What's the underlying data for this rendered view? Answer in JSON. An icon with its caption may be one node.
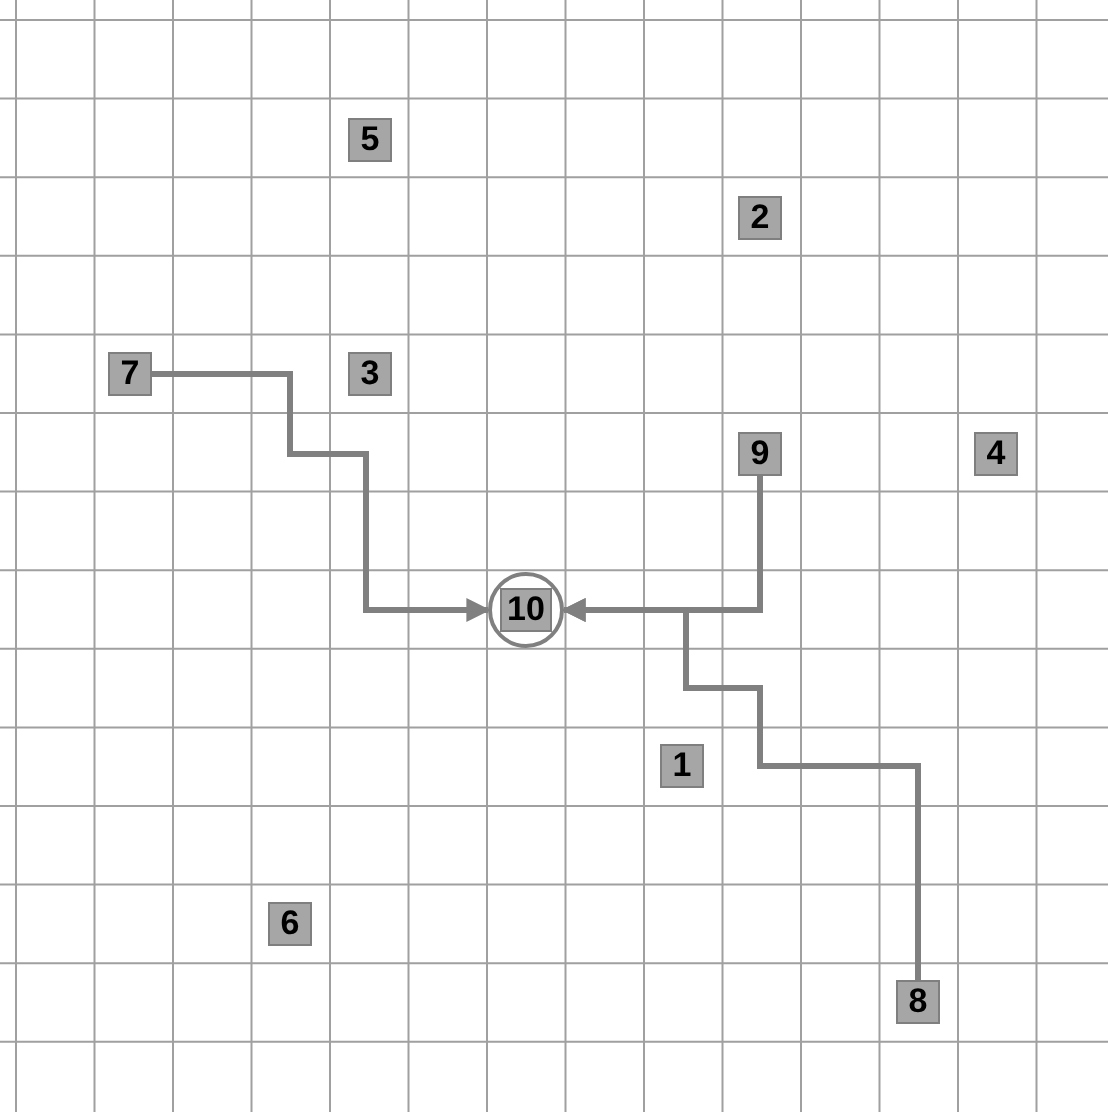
{
  "diagram": {
    "nodes": [
      {
        "text": [
          "5"
        ]
      },
      {
        "text": [
          "2"
        ]
      },
      {
        "text": [
          "7"
        ]
      },
      {
        "text": [
          "3"
        ]
      },
      {
        "text": [
          "9"
        ]
      },
      {
        "text": [
          "4"
        ]
      },
      {
        "text": [
          "10"
        ]
      },
      {
        "text": [
          "1"
        ]
      },
      {
        "text": [
          "6"
        ]
      },
      {
        "text": [
          "8"
        ]
      }
    ],
    "edges": [
      {
        "from": 2,
        "to": 6,
        "arrow": "to"
      },
      {
        "from": 4,
        "to": 6,
        "arrow": "to"
      },
      {
        "from": 9,
        "to": 6,
        "arrow": "to"
      }
    ]
  }
}
